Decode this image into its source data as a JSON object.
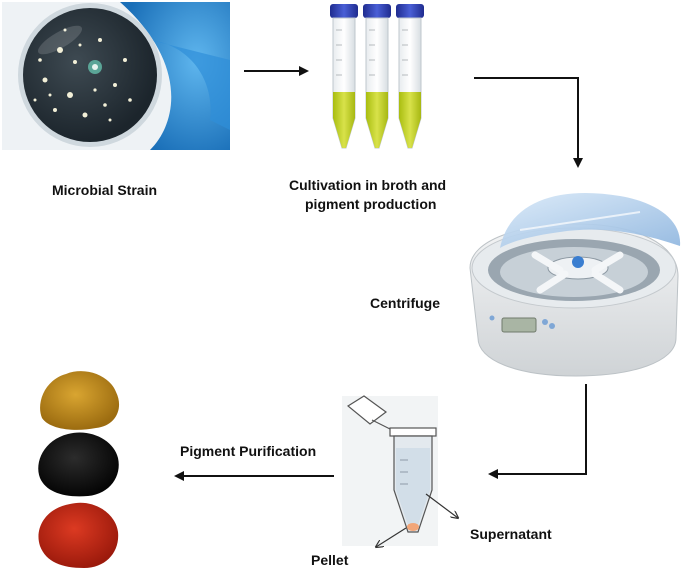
{
  "labels": {
    "microbial_strain": "Microbial Strain",
    "cultivation_line1": "Cultivation in broth and",
    "cultivation_line2": "pigment production",
    "centrifuge": "Centrifuge",
    "pigment_purification": "Pigment Purification",
    "supernatant": "Supernatant",
    "pellet": "Pellet"
  },
  "colors": {
    "arrow": "#111111",
    "petri_glove": "#2a8fd6",
    "tube_cap": "#2e3fb8",
    "broth": "#c6d62a",
    "centrifuge_lid": "#b9d4ef",
    "pigment_yellow": "#c48f1c",
    "pigment_black": "#141414",
    "pigment_red": "#c62a18"
  }
}
